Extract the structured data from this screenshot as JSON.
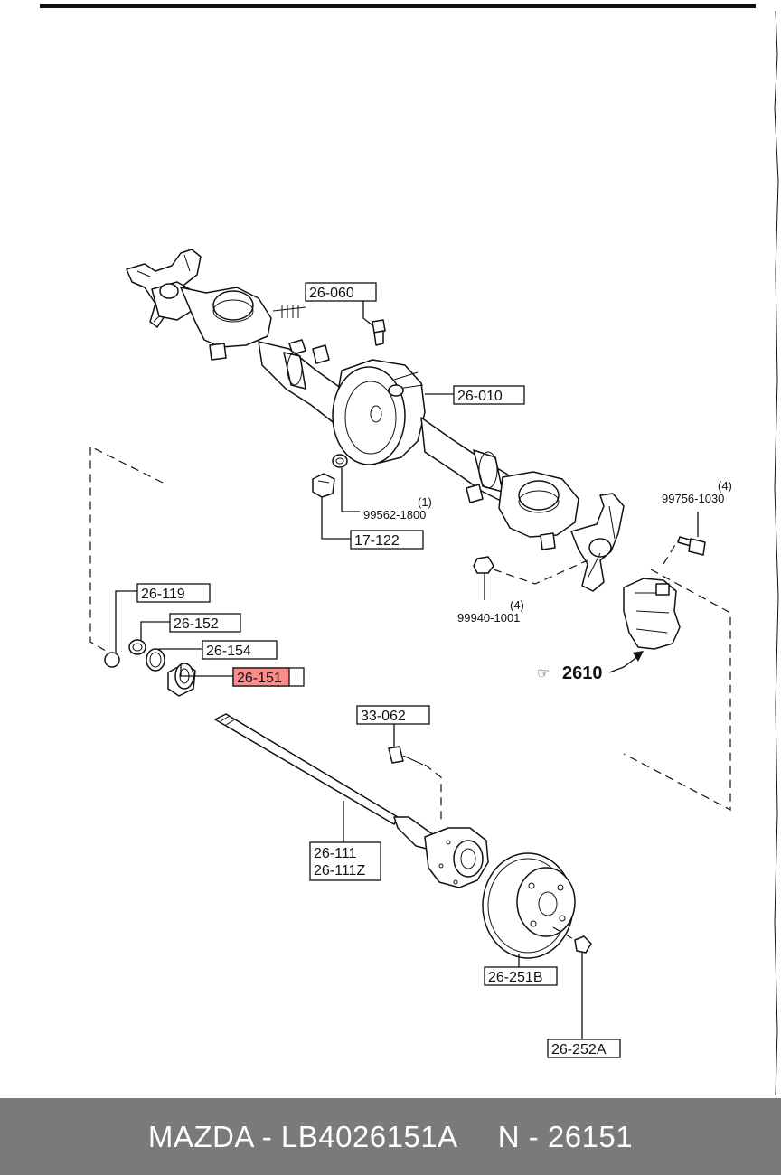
{
  "parts": {
    "p26_060": "26-060",
    "p26_010": "26-010",
    "p99562": "99562-1800",
    "p99562_qty": "(1)",
    "p17_122": "17-122",
    "p99756": "99756-1030",
    "p99756_qty": "(4)",
    "p99940": "99940-1001",
    "p99940_qty": "(4)",
    "p26_119": "26-119",
    "p26_152": "26-152",
    "p26_154": "26-154",
    "p26_151": "26-151",
    "p2610_arrow": "☞",
    "p2610": "2610",
    "p33_062": "33-062",
    "p26_111": "26-111",
    "p26_111z": "26-111Z",
    "p26_251b": "26-251B",
    "p26_252a": "26-252A"
  },
  "highlight_color": "#ff8a8a",
  "footer": {
    "brand_part": "MAZDA - LB4026151A",
    "number": "N - 26151"
  }
}
